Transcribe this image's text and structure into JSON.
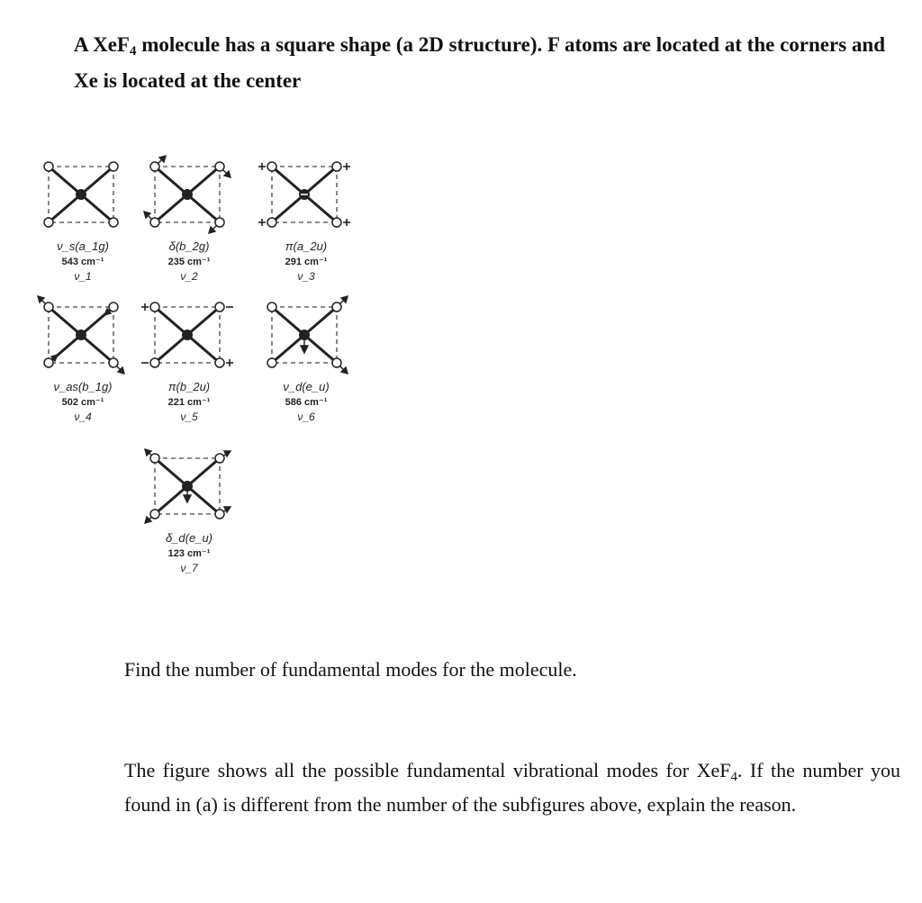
{
  "intro": {
    "prefix": "A XeF",
    "sub": "4",
    "suffix": " molecule has a square shape (a 2D structure). F atoms are located at the corners and Xe is located at the center"
  },
  "modes": [
    {
      "id": "v1",
      "symmetry": "ν_s(a_1g)",
      "frequency": "543 cm⁻¹",
      "label": "ν_1"
    },
    {
      "id": "v2",
      "symmetry": "δ(b_2g)",
      "frequency": "235 cm⁻¹",
      "label": "ν_2"
    },
    {
      "id": "v3",
      "symmetry": "π(a_2u)",
      "frequency": "291 cm⁻¹",
      "label": "ν_3"
    },
    {
      "id": "v4",
      "symmetry": "ν_as(b_1g)",
      "frequency": "502 cm⁻¹",
      "label": "ν_4"
    },
    {
      "id": "v5",
      "symmetry": "π(b_2u)",
      "frequency": "221 cm⁻¹",
      "label": "ν_5"
    },
    {
      "id": "v6",
      "symmetry": "ν_d(e_u)",
      "frequency": "586 cm⁻¹",
      "label": "ν_6"
    },
    {
      "id": "v7",
      "symmetry": "δ_d(e_u)",
      "frequency": "123 cm⁻¹",
      "label": "ν_7"
    }
  ],
  "question_a": "Find the number of fundamental modes for the molecule.",
  "question_b": {
    "prefix": "The figure shows all the possible fundamental vibrational modes for XeF",
    "sub": "4",
    "suffix": ". If the number you found in (a) is different from the number of the subfigures above, explain the reason."
  }
}
